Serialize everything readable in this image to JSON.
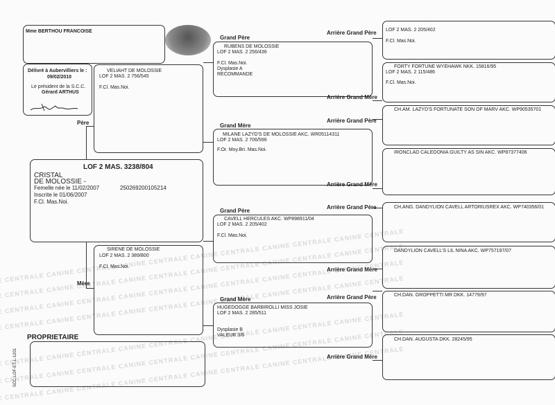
{
  "owner_top": {
    "name": "Mme BERTHOU FRANCOISE"
  },
  "issued": {
    "line1": "Délivré à Aubervilliers le :",
    "date": "09/02/2010",
    "line3": "Le président de la S.C.C.",
    "signatory": "Gérard ARTHUS"
  },
  "labels": {
    "pere": "Père",
    "mere": "Mère",
    "gp1": "Grand Père",
    "gm1": "Grand Mère",
    "gp2": "Grand Père",
    "gm2": "Grand Mère",
    "agp1": "Arrière Grand Père",
    "agm1": "Arrière Grand Mère",
    "agp2": "Arrière Grand Père",
    "agm2": "Arrière Grand Mère",
    "agp3": "Arrière Grand Père",
    "agm3": "Arrière Grand Mère",
    "agp4": "Arrière Grand Père",
    "agm4": "Arrière Grand Mère",
    "proprietaire": "PROPRIETAIRE",
    "side_code": "SCC-LOF-ET-L-1201"
  },
  "dog": {
    "lof": "LOF 2 MAS. 3238/804",
    "name1": "CRISTAL",
    "name2": "DE MOLOSSIE -",
    "born": "Femelle née le  11/02/2007",
    "chip": "250269200105214",
    "registered": "Inscrite le 01/06/2007",
    "class": "F.Cl. Mas.Noi."
  },
  "father": {
    "name": "VELIAHT  DE MOLOSSIE",
    "lof": "LOF 2 MAS. 2 756/545",
    "class": "F.Cl. Mas.Noi."
  },
  "mother": {
    "name": "SIRENE  DE MOLOSSIE",
    "lof": "LOF 2 MAS. 2 389/800",
    "class": "F.Cl. Mas.Noi."
  },
  "gp1": {
    "name": "RUBENS  DE MOLOSSIE",
    "lof": "LOF 2 MAS. 2 256/436",
    "class": "F.Cl. Mas.Noi.",
    "note1": "Dysplasie A",
    "note2": "RECOMMANDE"
  },
  "gm1": {
    "name": "MILANE LAZYD'S DE MOLOSSIE AKC. WR05114311",
    "lof": "LOF 2 MAS. 2 706/596",
    "class": "F.Or. Moy.Bri. Mas.Noi."
  },
  "gp2": {
    "name": "CAVELL HERCULES AKC. WP898911/04",
    "lof": "LOF 2 MAS. 2 205/402",
    "class": "F.Cl. Mas.Noi."
  },
  "gm2": {
    "name": "HUGEDOGGE BARBIROLLI MISS JOSIE",
    "lof": "LOF 2 MAS. 2 285/511",
    "note1": "Dysplasie B",
    "note2": "VALEUR 3/6"
  },
  "agg": [
    {
      "l1": "LOF 2 MAS. 2 205/402",
      "l2": "F.Cl. Mas.Noi."
    },
    {
      "l1": "FORTY FORTUNE WYEHAWK NKK. 15816/95",
      "l2": "LOF 2 MAS. 2 115/486",
      "l3": "F.Cl. Mas.Noi."
    },
    {
      "l1": "CH.AM. LAZYD'S FORTUNATE SON OF MARV AKC. WP90535701"
    },
    {
      "l1": "IRONCLAD CALEDONIA GUILTY AS SIN AKC. WP87377406"
    },
    {
      "l1": "CH.ANG. DANDYLION CAVELL ARTORIUSREX AKC. WP740356/01"
    },
    {
      "l1": "DANDYLION CAVELL'S LIL NINA  AKC. WP757197/07"
    },
    {
      "l1": "CH.DAN. GROPPETTI MR  DKK. 14779/97"
    },
    {
      "l1": "CH.DAN. AUGUSTA  DKK. 28245/95"
    }
  ],
  "watermark": "CANINE CENTRALE CANINE CENTRALE CANINE CENTRALE CANINE CENTRALE CANINE CENTRALE CANINE CENTRALE"
}
